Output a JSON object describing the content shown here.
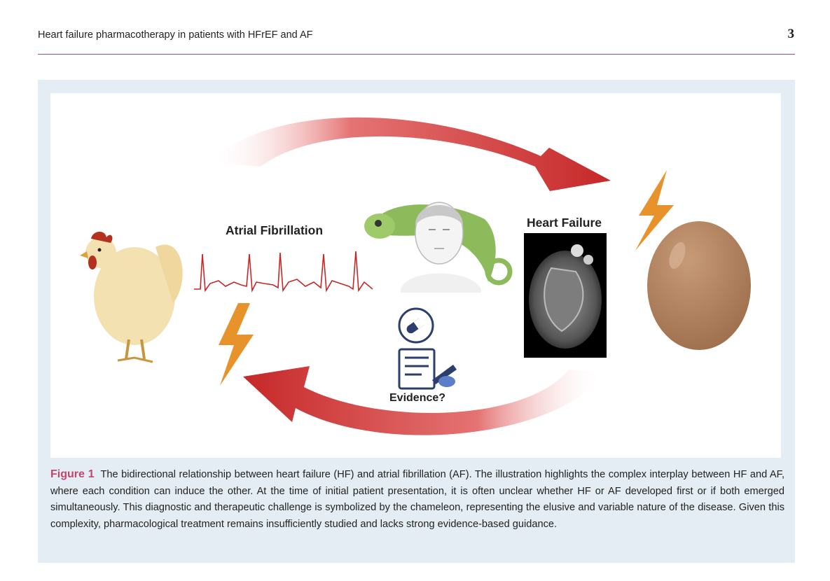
{
  "header": {
    "running_title": "Heart failure pharmacotherapy in patients with HFrEF and AF",
    "page_number": "3"
  },
  "figure": {
    "labels": {
      "atrial_fibrillation": "Atrial Fibrillation",
      "heart_failure": "Heart Failure",
      "evidence": "Evidence?"
    },
    "icons": [
      "chicken-icon",
      "egg-icon",
      "chameleon-icon",
      "face-icon",
      "mri-heart-image",
      "pill-icon",
      "checklist-icon",
      "lightning-icon",
      "cycle-arrow-icon",
      "ecg-trace"
    ],
    "colors": {
      "arrow_red": "#c62828",
      "lightning_orange": "#e8922c",
      "caption_label": "#c0466e",
      "panel_bg": "#e3edf3"
    }
  },
  "caption": {
    "label": "Figure 1",
    "text": "The bidirectional relationship between heart failure (HF) and atrial fibrillation (AF). The illustration highlights the complex interplay between HF and AF, where each condition can induce the other. At the time of initial patient presentation, it is often unclear whether HF or AF developed first or if both emerged simultaneously. This diagnostic and therapeutic challenge is symbolized by the chameleon, representing the elusive and variable nature of the disease. Given this complexity, pharmacological treatment remains insufficiently studied and lacks strong evidence-based guidance."
  }
}
